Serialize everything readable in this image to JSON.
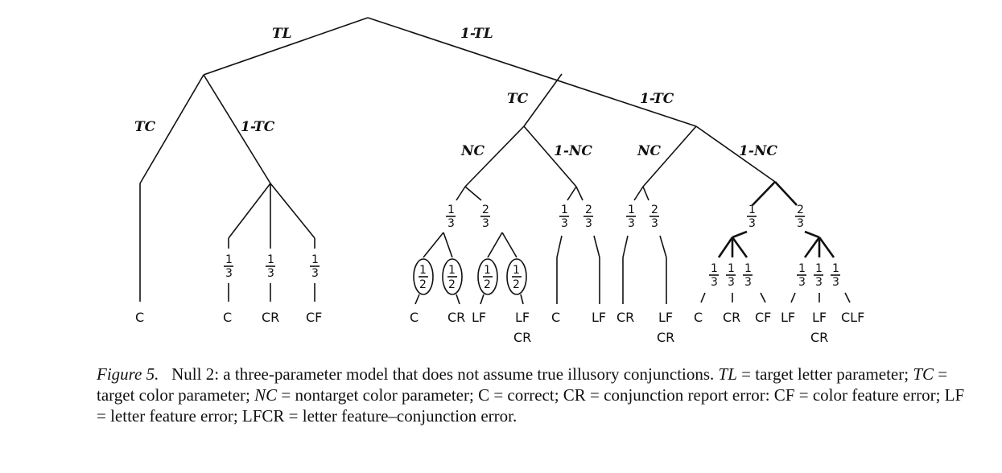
{
  "diagram": {
    "edge_labels": {
      "tl": "TL",
      "not_tl": "1-TL",
      "tc_left": "TC",
      "not_tc_left": "1-TC",
      "tc_right": "TC",
      "not_tc_right": "1-TC",
      "nc_a": "NC",
      "not_nc_a": "1-NC",
      "nc_b": "NC",
      "not_nc_b": "1-NC"
    },
    "fractions": {
      "one": "1",
      "two": "2",
      "three": "3"
    },
    "leaves": {
      "c": "C",
      "cr": "CR",
      "cf": "CF",
      "lf": "LF",
      "clf": "CLF"
    }
  },
  "caption": {
    "figure_label": "Figure 5.",
    "text_1": "Null 2: a three-parameter model that does not assume true illusory conjunctions.",
    "tl": "TL",
    "text_2": "= target letter parameter;",
    "tc": "TC",
    "text_3": "= target color parameter;",
    "nc": "NC",
    "text_4": "= nontarget color parameter; C = correct; CR = conjunction report error: CF = color feature error; LF = letter feature error; LFCR = letter feature–conjunction error."
  }
}
